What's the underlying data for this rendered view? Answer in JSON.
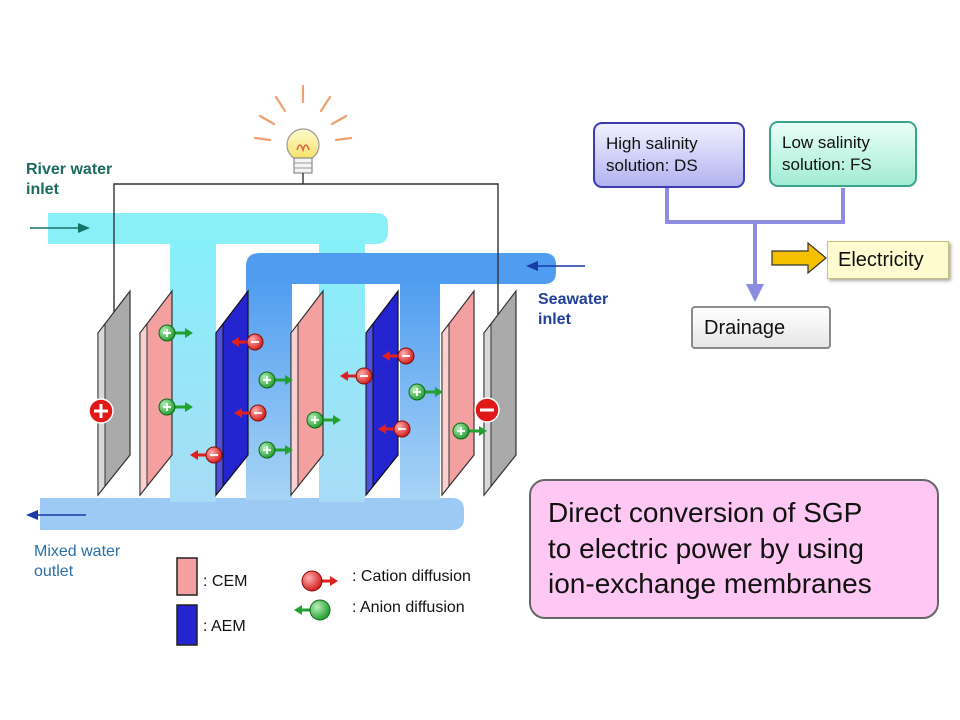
{
  "labels": {
    "river_line1": "River water",
    "river_line2": "inlet",
    "sea_line1": "Seawater",
    "sea_line2": "inlet",
    "mixed_line1": "Mixed water",
    "mixed_line2": "outlet"
  },
  "legend": {
    "cem_label": ":  CEM",
    "aem_label": ":  AEM",
    "cation_label": ":  Cation diffusion",
    "anion_label": ":  Anion diffusion"
  },
  "flow": {
    "ds_line1": "High salinity",
    "ds_line2": "solution: DS",
    "fs_line1": "Low salinity",
    "fs_line2": "solution: FS",
    "drainage": "Drainage",
    "electricity": "Electricity"
  },
  "summary": {
    "line1": "Direct conversion of SGP",
    "line2": "to electric power by using",
    "line3": "ion-exchange membranes"
  },
  "colors": {
    "cem": "#f4a0a0",
    "aem": "#2424d0",
    "river_water": "#8af0f8",
    "seawater": "#4f9cf0",
    "mixed_water": "#9ccaf4",
    "cation": "#e02020",
    "anion": "#22a030",
    "arrow_yellow": "#f4c000"
  }
}
